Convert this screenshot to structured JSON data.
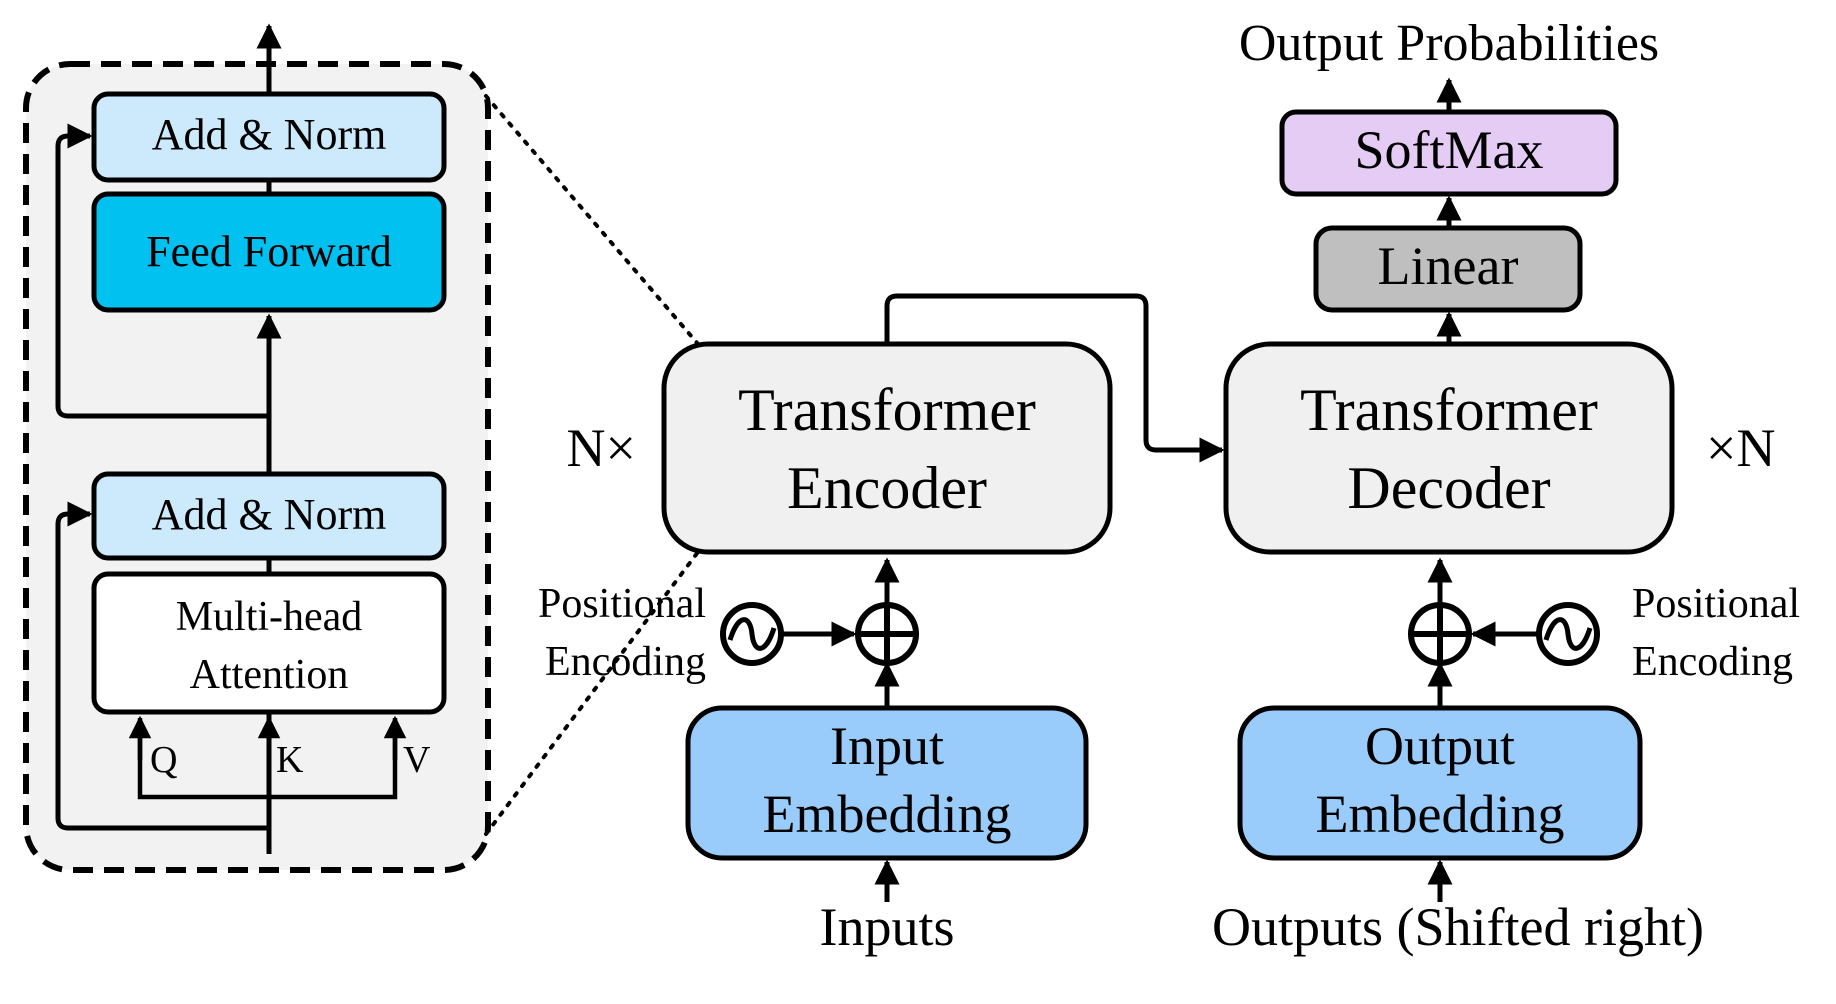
{
  "detail": {
    "add_norm_top": "Add & Norm",
    "feed_forward": "Feed Forward",
    "add_norm_bottom": "Add & Norm",
    "attention_line1": "Multi-head",
    "attention_line2": "Attention",
    "q": "Q",
    "k": "K",
    "v": "V"
  },
  "encoder": {
    "line1": "Transformer",
    "line2": "Encoder",
    "repeat": "N×",
    "pos_line1": "Positional",
    "pos_line2": "Encoding",
    "embed_line1": "Input",
    "embed_line2": "Embedding",
    "input": "Inputs"
  },
  "decoder": {
    "line1": "Transformer",
    "line2": "Decoder",
    "repeat": "×N",
    "pos_line1": "Positional",
    "pos_line2": "Encoding",
    "embed_line1": "Output",
    "embed_line2": "Embedding",
    "input": "Outputs (Shifted right)"
  },
  "head": {
    "linear": "Linear",
    "softmax": "SoftMax",
    "output": "Output Probabilities"
  },
  "colors": {
    "add_norm": "#cdeafc",
    "feed_forward": "#00c1f0",
    "attention": "#ffffff",
    "block_fill": "#f0f0f0",
    "detail_panel": "#f2f2f2",
    "embedding": "#99ccfb",
    "linear": "#bfbfbf",
    "softmax": "#e5ccf5"
  }
}
